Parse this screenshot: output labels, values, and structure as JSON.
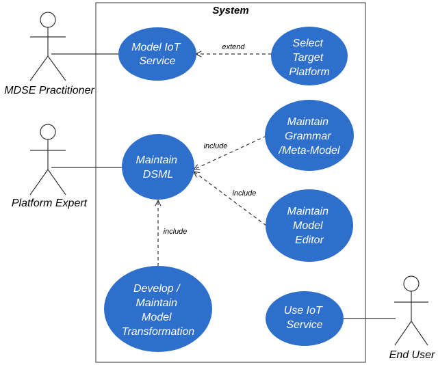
{
  "system": {
    "label": "System"
  },
  "colors": {
    "usecase_fill": "#2e6fcc",
    "usecase_text": "#ffffff",
    "line": "#333333"
  },
  "actors": [
    {
      "id": "mdse",
      "label": "MDSE Practitioner"
    },
    {
      "id": "platform",
      "label": "Platform Expert"
    },
    {
      "id": "enduser",
      "label": "End User"
    }
  ],
  "usecases": [
    {
      "id": "model_iot",
      "lines": [
        "Model IoT",
        "Service"
      ]
    },
    {
      "id": "select_target",
      "lines": [
        "Select",
        "Target",
        "Platform"
      ]
    },
    {
      "id": "maintain_dsml",
      "lines": [
        "Maintain",
        "DSML"
      ]
    },
    {
      "id": "maintain_grammar",
      "lines": [
        "Maintain",
        "Grammar",
        "/Meta-Model"
      ]
    },
    {
      "id": "maintain_editor",
      "lines": [
        "Maintain",
        "Model",
        "Editor"
      ]
    },
    {
      "id": "develop_transformation",
      "lines": [
        "Develop /",
        "Maintain",
        "Model",
        "Transformation"
      ]
    },
    {
      "id": "use_iot",
      "lines": [
        "Use IoT",
        "Service"
      ]
    }
  ],
  "relations": [
    {
      "id": "extend",
      "label": "extend"
    },
    {
      "id": "include_grammar",
      "label": "include"
    },
    {
      "id": "include_editor",
      "label": "include"
    },
    {
      "id": "include_transformation",
      "label": "include"
    }
  ]
}
